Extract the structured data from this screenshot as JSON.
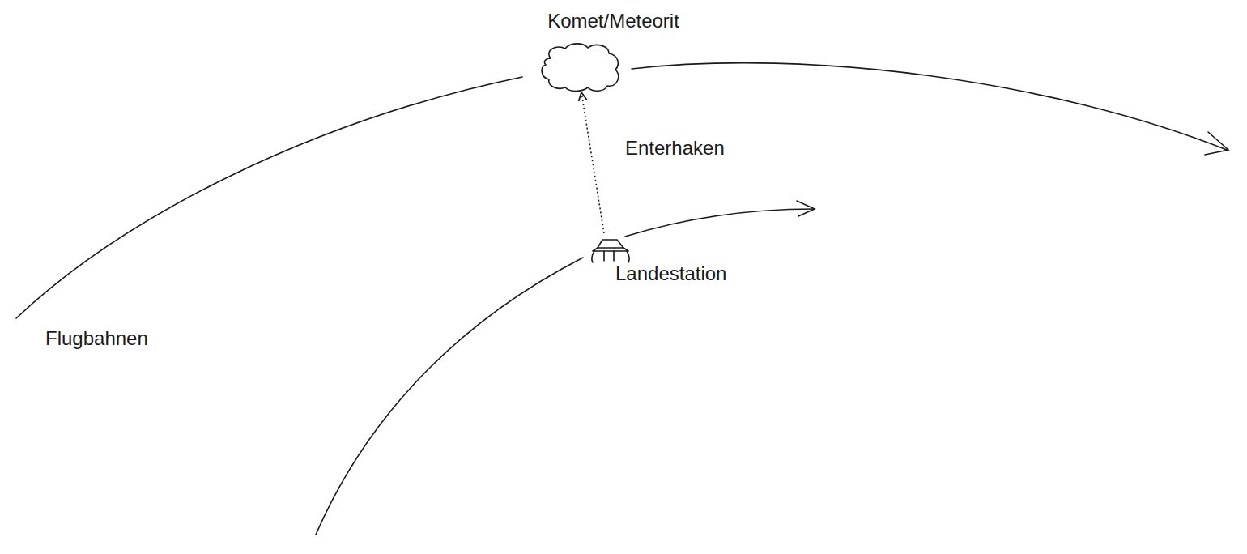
{
  "diagram": {
    "nodes": [
      {
        "text": [
          "Komet/Meteorit"
        ]
      },
      {
        "text": [
          "Landestation"
        ]
      }
    ],
    "edges": [
      {
        "from": 1,
        "to": 0,
        "arrow": "to",
        "label": "Enterhaken"
      }
    ],
    "labels": [
      "Flugbahnen"
    ]
  }
}
